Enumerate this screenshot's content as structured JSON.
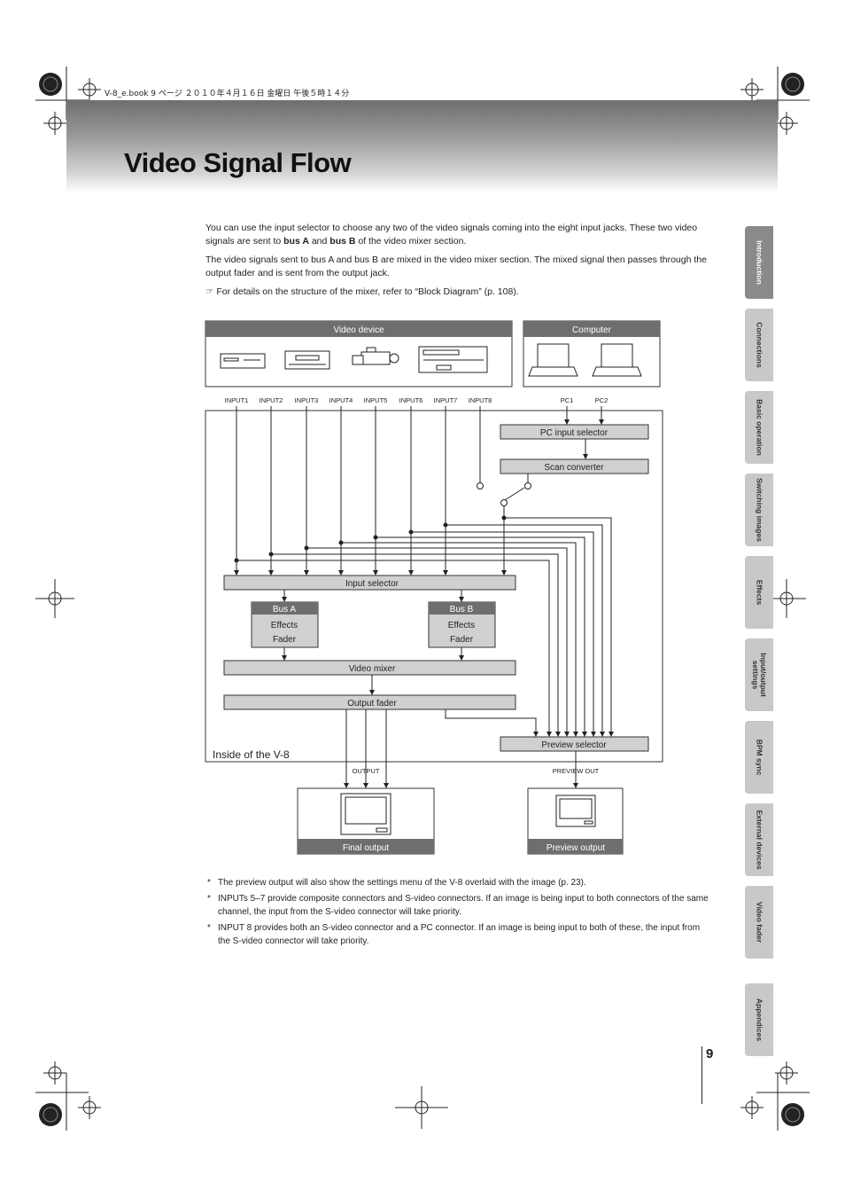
{
  "book_stamp": "V-8_e.book  9 ページ  ２０１０年４月１６日  金曜日  午後５時１４分",
  "title": "Video Signal Flow",
  "intro": {
    "p1_a": "You can use the input selector to choose any two of the video signals coming into the eight input jacks. These two video signals are sent to ",
    "p1_bus_a": "bus A",
    "p1_and": " and ",
    "p1_bus_b": "bus B",
    "p1_end": " of the video mixer section.",
    "p2": "The video signals sent to bus A and bus B are mixed in the video mixer section. The mixed signal then passes through the output fader and is sent from the output jack.",
    "ref_symbol": "☞",
    "ref": "For details on the structure of the mixer, refer to “Block Diagram” (p. 108)."
  },
  "diagram": {
    "video_device": "Video device",
    "computer": "Computer",
    "inputs": [
      "INPUT1",
      "INPUT2",
      "INPUT3",
      "INPUT4",
      "INPUT5",
      "INPUT6",
      "INPUT7",
      "INPUT8"
    ],
    "pc_inputs": [
      "PC1",
      "PC2"
    ],
    "pc_input_selector": "PC input selector",
    "scan_converter": "Scan converter",
    "input_selector": "Input selector",
    "bus_a": "Bus A",
    "bus_b": "Bus B",
    "effects": "Effects",
    "fader": "Fader",
    "video_mixer": "Video mixer",
    "output_fader": "Output fader",
    "preview_selector": "Preview selector",
    "inside_label": "Inside of the V-8",
    "output_label": "OUTPUT",
    "preview_out_label": "PREVIEW OUT",
    "final_output": "Final output",
    "preview_output": "Preview output"
  },
  "notes": [
    {
      "star": "*",
      "text": "The preview output will also show the settings menu of the V-8 overlaid with the image (p. 23)."
    },
    {
      "star": "*",
      "text": "INPUTs 5–7 provide composite connectors and S-video connectors. If an image is being input to both connectors of the same channel, the input from the S-video connector will take priority."
    },
    {
      "star": "*",
      "text": "INPUT 8 provides both an S-video connector and a PC connector. If an image is being input to both of these, the input from the S-video connector will take priority."
    }
  ],
  "tabs": [
    "Introduction",
    "Connections",
    "Basic operation",
    "Switching images",
    "Effects",
    "Input/output settings",
    "BPM sync",
    "External devices",
    "Video fader",
    "Appendices"
  ],
  "page_number": "9"
}
